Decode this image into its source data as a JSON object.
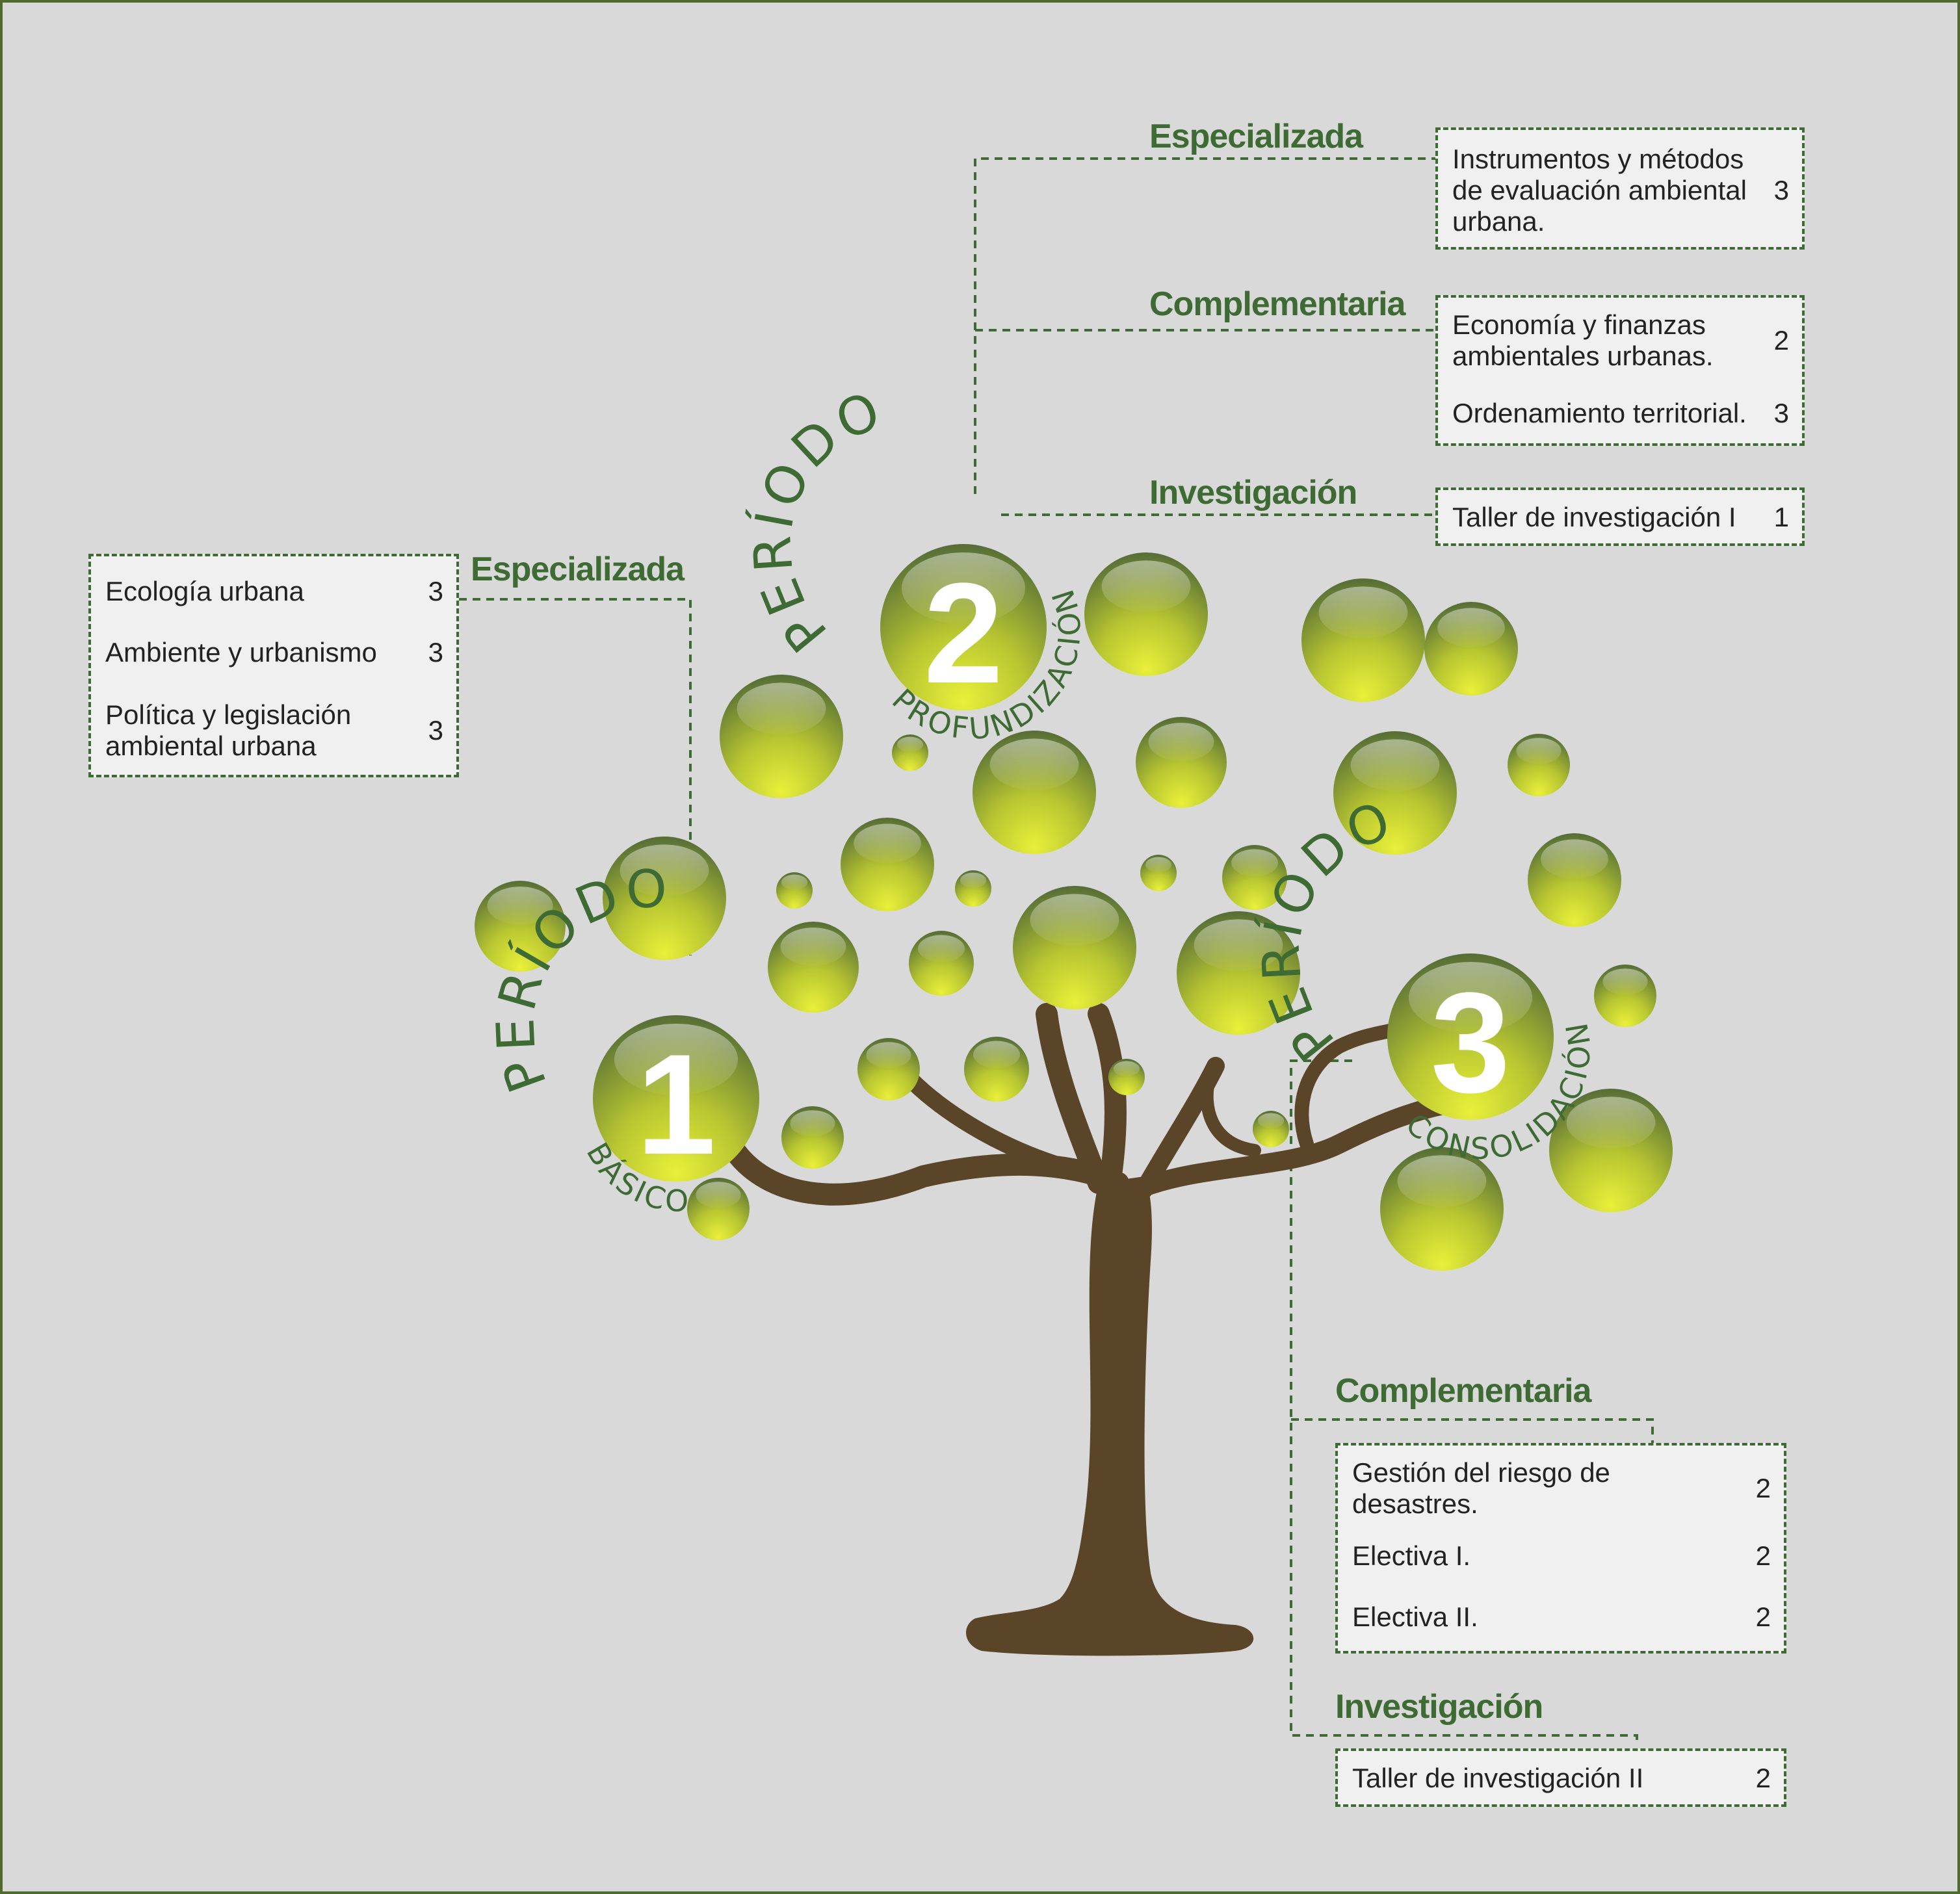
{
  "colors": {
    "background": "#d9d9d9",
    "frame": "#4f6b2e",
    "accent_green": "#3e6b34",
    "trunk_brown": "#5a4528",
    "bubble_light": "#e6ee3a",
    "bubble_dark": "#58703a",
    "box_fill": "#f0f0f0"
  },
  "periods": [
    {
      "id": "1",
      "number": "1",
      "title": "PERÍODO",
      "subtitle": "BÁSICO"
    },
    {
      "id": "2",
      "number": "2",
      "title": "PERÍODO",
      "subtitle": "PROFUNDIZACIÓN"
    },
    {
      "id": "3",
      "number": "3",
      "title": "PERÍODO",
      "subtitle": "CONSOLIDACIÓN"
    }
  ],
  "period1": {
    "especializada": {
      "label": "Especializada",
      "courses": [
        {
          "name": "Ecología urbana",
          "credits": "3"
        },
        {
          "name": "Ambiente y urbanismo",
          "credits": "3"
        },
        {
          "name": "Política y legislación\nambiental urbana",
          "credits": "3"
        }
      ]
    }
  },
  "period2": {
    "especializada": {
      "label": "Especializada",
      "courses": [
        {
          "name": "Instrumentos y métodos\nde evaluación ambiental\nurbana.",
          "credits": "3"
        }
      ]
    },
    "complementaria": {
      "label": "Complementaria",
      "courses": [
        {
          "name": "Economía y finanzas\nambientales urbanas.",
          "credits": "2"
        },
        {
          "name": "Ordenamiento territorial.",
          "credits": "3"
        }
      ]
    },
    "investigacion": {
      "label": "Investigación",
      "courses": [
        {
          "name": "Taller de investigación I",
          "credits": "1"
        }
      ]
    }
  },
  "period3": {
    "complementaria": {
      "label": "Complementaria",
      "courses": [
        {
          "name": "Gestión del riesgo de\ndesastres.",
          "credits": "2"
        },
        {
          "name": "Electiva I.",
          "credits": "2"
        },
        {
          "name": "Electiva II.",
          "credits": "2"
        }
      ]
    },
    "investigacion": {
      "label": "Investigación",
      "courses": [
        {
          "name": "Taller de investigación II",
          "credits": "2"
        }
      ]
    }
  }
}
